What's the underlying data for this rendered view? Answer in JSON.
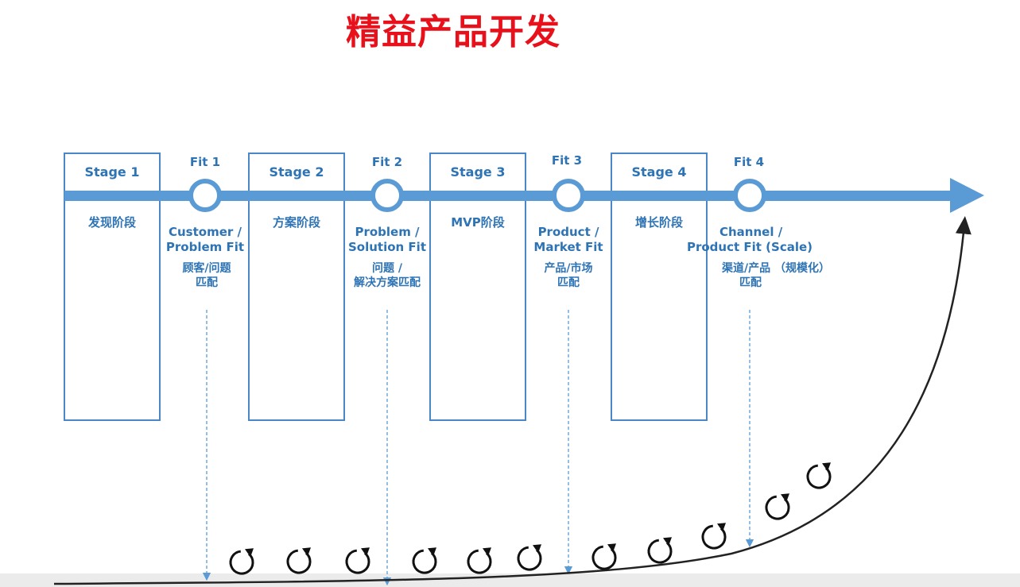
{
  "title": "精益产品开发",
  "stages": [
    {
      "label": "Stage 1",
      "phase": "发现阶段"
    },
    {
      "label": "Stage 2",
      "phase": "方案阶段"
    },
    {
      "label": "Stage 3",
      "phase": "MVP阶段"
    },
    {
      "label": "Stage 4",
      "phase": "增长阶段"
    }
  ],
  "fits": [
    {
      "label": "Fit 1",
      "en_1": "Customer /",
      "en_2": "Problem Fit",
      "cn_1": "顾客/问题",
      "cn_2": "匹配"
    },
    {
      "label": "Fit 2",
      "en_1": "Problem /",
      "en_2": "Solution Fit",
      "cn_1": "问题 /",
      "cn_2": "解决方案匹配"
    },
    {
      "label": "Fit 3",
      "en_1": "Product /",
      "en_2": "Market Fit",
      "cn_1": "产品/市场",
      "cn_2": "匹配"
    },
    {
      "label": "Fit 4",
      "en_1": "Channel /",
      "en_2": "Product Fit (Scale)",
      "cn_1": "渠道/产品 （规模化）",
      "cn_2": "匹配"
    }
  ],
  "iteration_icon": "refresh-cycle-icon",
  "colors": {
    "title": "#e8101a",
    "accent": "#2e74b5",
    "timeline": "#5b9bd5",
    "curve": "#222222"
  }
}
